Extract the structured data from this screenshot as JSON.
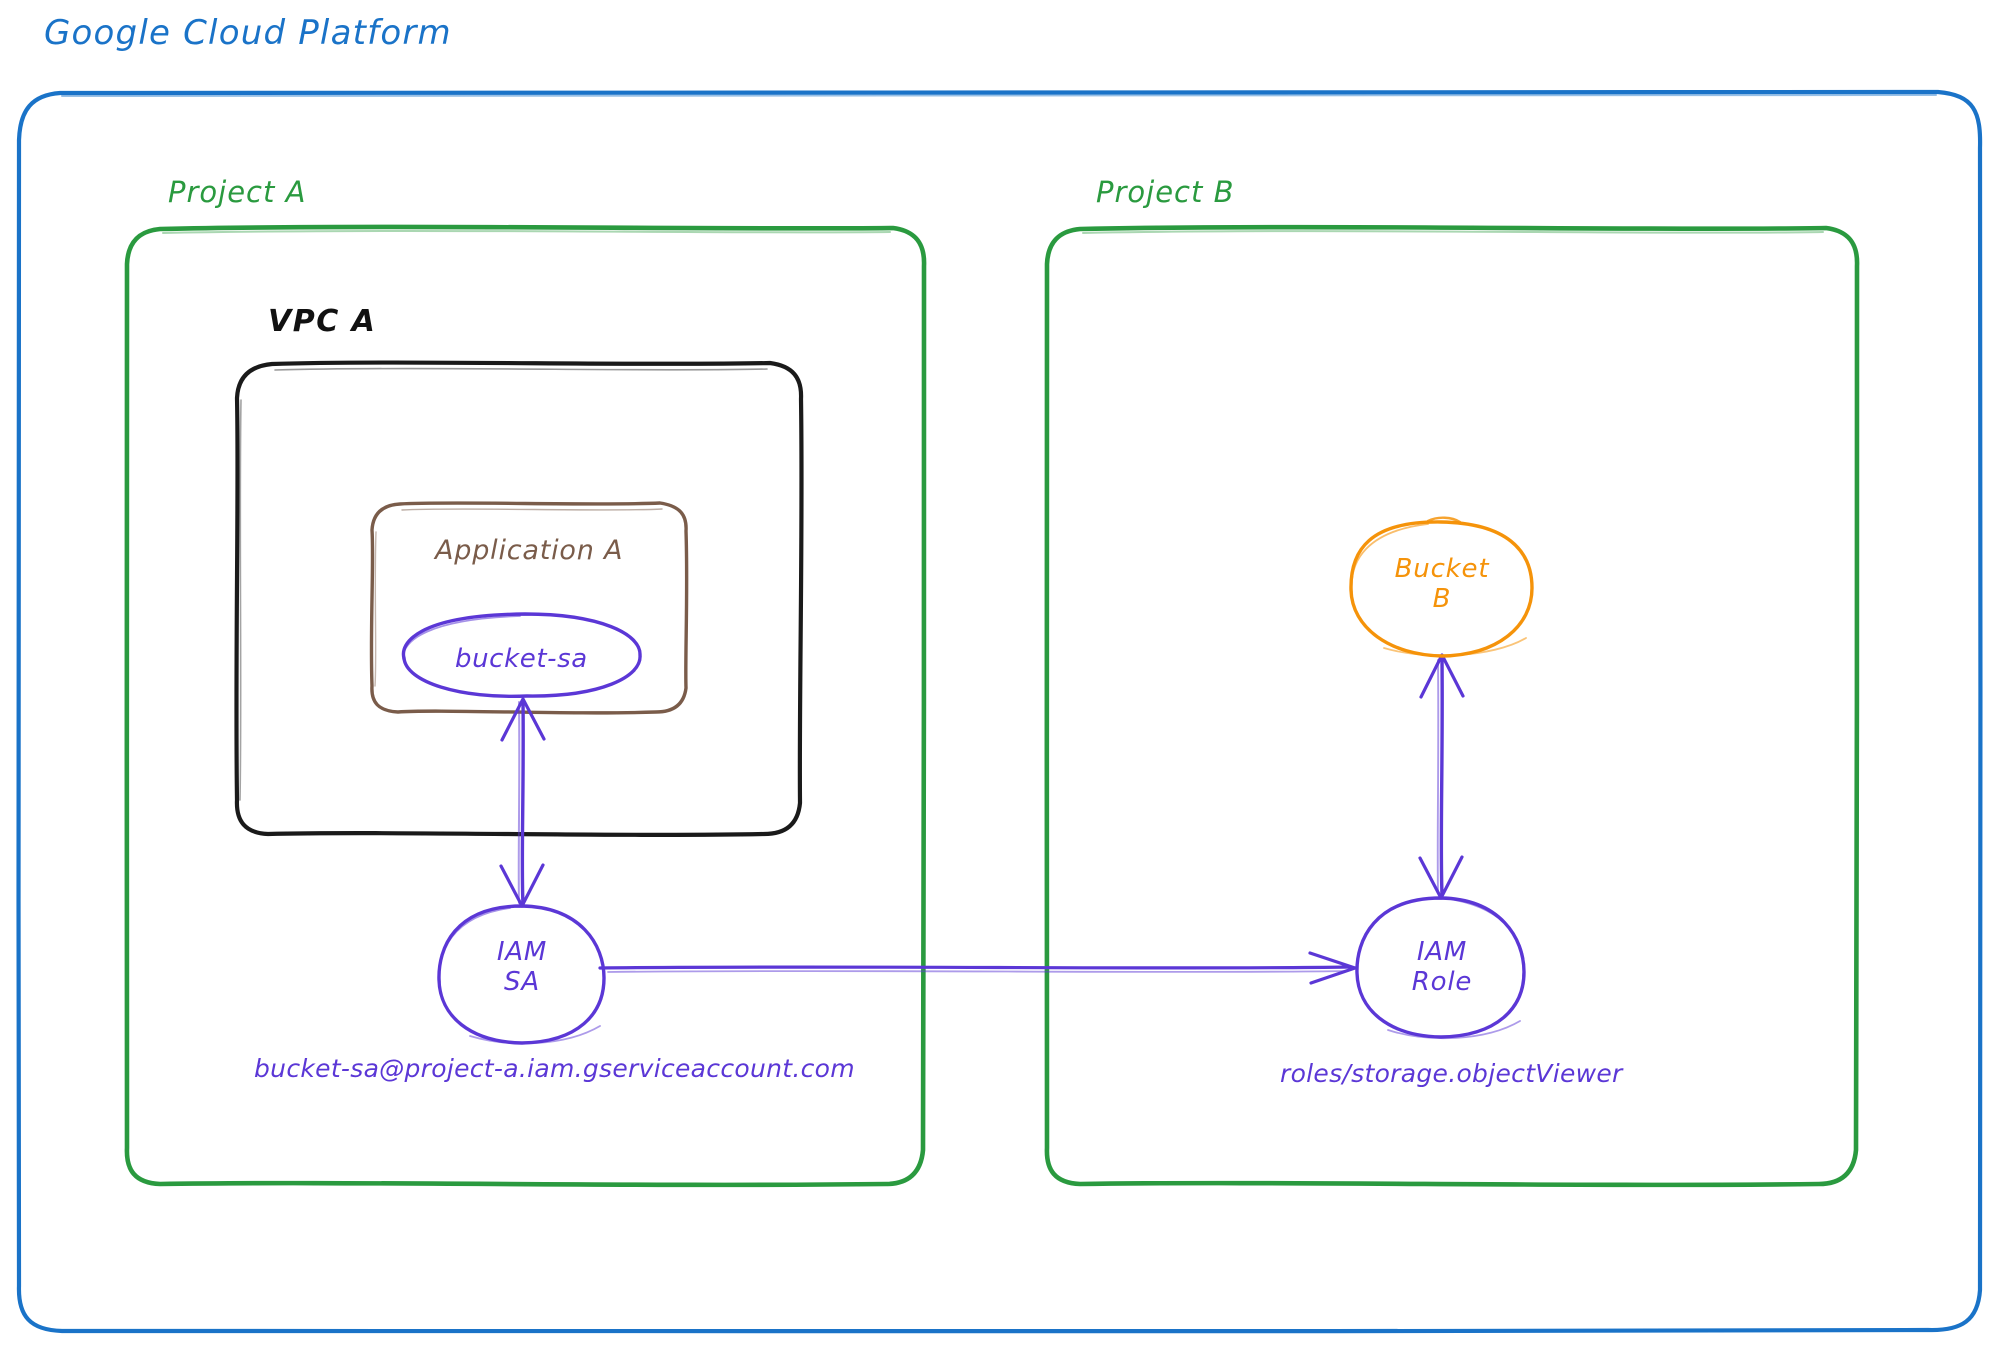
{
  "diagram": {
    "title": "Google Cloud Platform",
    "colors": {
      "platform_border": "#1a73c8",
      "project_border": "#2a9a3f",
      "vpc_border": "#111111",
      "application_border": "#7a5c4a",
      "identity": "#5b37d6",
      "bucket": "#f5930a",
      "background": "#ffffff"
    },
    "containers": [
      {
        "id": "gcp",
        "name": "Google Cloud Platform",
        "label": "Google Cloud Platform",
        "border_color": "#1a73c8"
      },
      {
        "id": "project-a",
        "name": "Project A",
        "label": "Project A",
        "border_color": "#2a9a3f"
      },
      {
        "id": "project-b",
        "name": "Project B",
        "label": "Project B",
        "border_color": "#2a9a3f"
      },
      {
        "id": "vpc-a",
        "name": "VPC A",
        "label": "VPC A",
        "border_color": "#111111"
      },
      {
        "id": "application-a",
        "name": "Application A",
        "label": "Application A",
        "border_color": "#7a5c4a"
      }
    ],
    "nodes": [
      {
        "id": "bucket-sa",
        "label": "bucket-sa",
        "shape": "ellipse",
        "color": "#5b37d6",
        "parent": "application-a"
      },
      {
        "id": "iam-sa",
        "label_line1": "IAM",
        "label_line2": "SA",
        "shape": "circle",
        "color": "#5b37d6",
        "parent": "project-a"
      },
      {
        "id": "bucket-b",
        "label_line1": "Bucket",
        "label_line2": "B",
        "shape": "ellipse",
        "color": "#f5930a",
        "parent": "project-b"
      },
      {
        "id": "iam-role",
        "label_line1": "IAM",
        "label_line2": "Role",
        "shape": "circle",
        "color": "#5b37d6",
        "parent": "project-b"
      }
    ],
    "captions": [
      {
        "id": "sa-email",
        "text": "bucket-sa@project-a.iam.gserviceaccount.com",
        "color": "#5b37d6",
        "for": "iam-sa"
      },
      {
        "id": "role-name",
        "text": "roles/storage.objectViewer",
        "color": "#5b37d6",
        "for": "iam-role"
      }
    ],
    "edges": [
      {
        "id": "edge-bucketsa-iamsa",
        "from": "bucket-sa",
        "to": "iam-sa",
        "direction": "bidirectional",
        "color": "#5b37d6"
      },
      {
        "id": "edge-iamsa-iamrole",
        "from": "iam-sa",
        "to": "iam-role",
        "direction": "forward",
        "color": "#5b37d6"
      },
      {
        "id": "edge-iamrole-bucketb",
        "from": "iam-role",
        "to": "bucket-b",
        "direction": "bidirectional",
        "color": "#f5930a"
      }
    ]
  }
}
